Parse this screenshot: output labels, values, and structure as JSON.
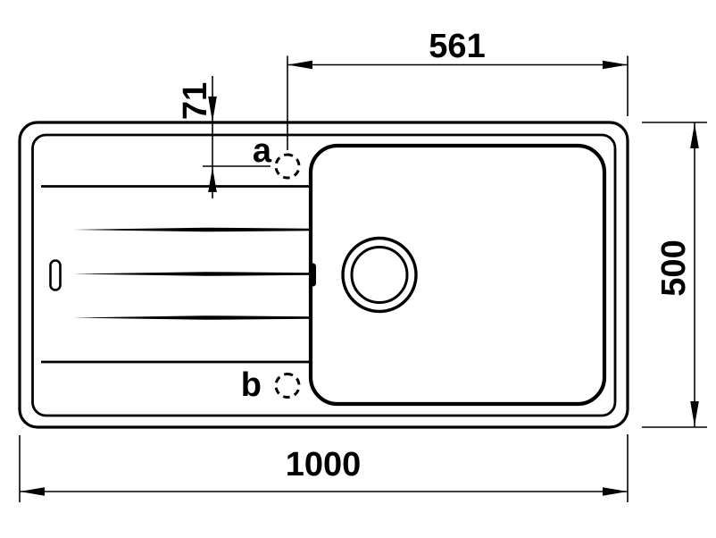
{
  "drawing": {
    "type": "technical-dimension-drawing",
    "subject": "kitchen sink top view with drainboard and bowl",
    "background": "#ffffff",
    "line_color": "#000000",
    "dimensions": {
      "tap_to_right_edge_mm": "561",
      "edge_to_tap_mm": "71",
      "depth_mm": "500",
      "width_mm": "1000"
    },
    "labels": {
      "tap_hole_a": "a",
      "tap_hole_b": "b"
    }
  }
}
